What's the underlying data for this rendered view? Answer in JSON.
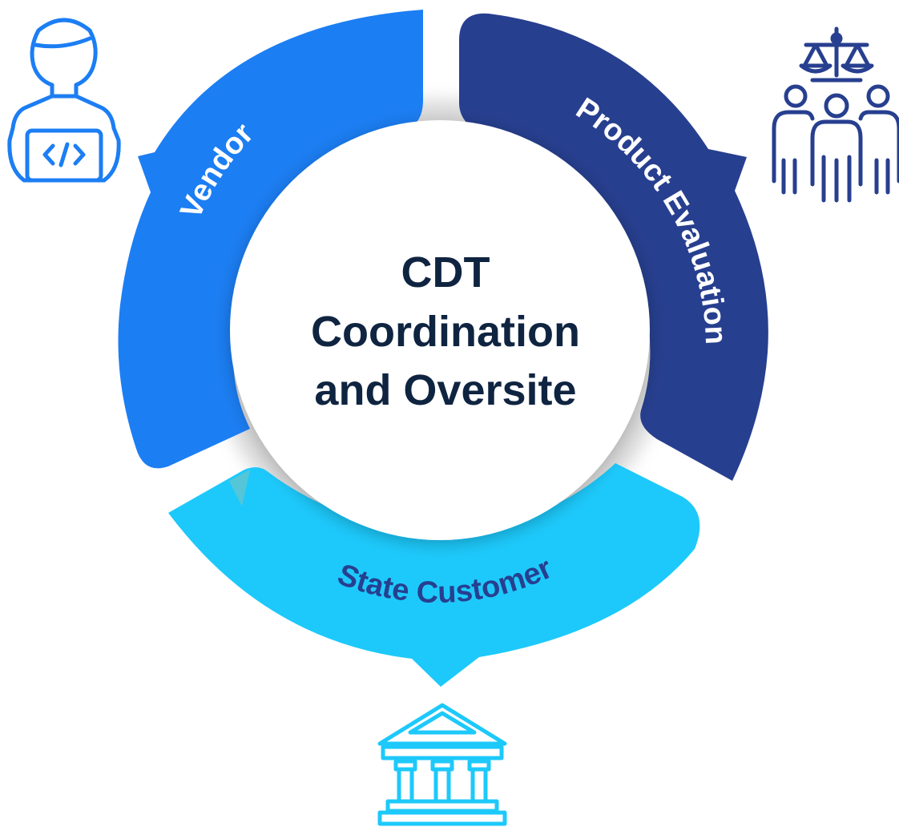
{
  "center": {
    "line1": "CDT",
    "line2": "Coordination",
    "line3": "and Oversite"
  },
  "segments": {
    "vendor": {
      "label": "Vendor",
      "color": "#1c7ef3",
      "text_color": "#ffffff"
    },
    "product_evaluation": {
      "label": "Product Evaluation",
      "color": "#273f8f",
      "text_color": "#ffffff"
    },
    "state_customer": {
      "label": "State Customer",
      "color": "#1dc9fb",
      "text_color": "#273f8f"
    }
  },
  "icons": {
    "vendor": {
      "name": "developer-person-icon",
      "color": "#1c7ef3"
    },
    "product_evaluation": {
      "name": "people-with-scales-icon",
      "color": "#273f8f"
    },
    "state_customer": {
      "name": "government-building-icon",
      "color": "#1dc9fb"
    }
  }
}
